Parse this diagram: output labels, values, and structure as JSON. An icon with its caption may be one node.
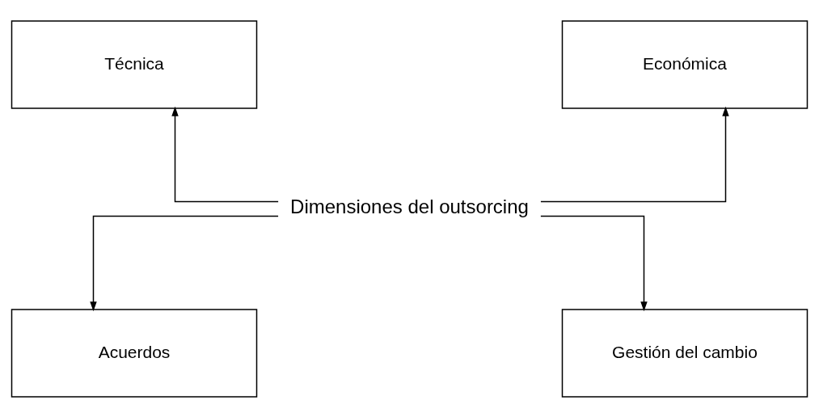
{
  "diagram": {
    "nodes": [
      {
        "text": [
          "Técnica"
        ]
      },
      {
        "text": [
          "Económica"
        ]
      },
      {
        "text": [
          "Dimensiones del outsorcing"
        ]
      },
      {
        "text": [
          "Acuerdos"
        ]
      },
      {
        "text": [
          "Gestión del cambio"
        ]
      }
    ],
    "edges": [
      {
        "from": 2,
        "to": 0,
        "arrow": "to"
      },
      {
        "from": 2,
        "to": 1,
        "arrow": "to"
      },
      {
        "from": 2,
        "to": 3,
        "arrow": "to"
      },
      {
        "from": 2,
        "to": 4,
        "arrow": "to"
      }
    ]
  }
}
